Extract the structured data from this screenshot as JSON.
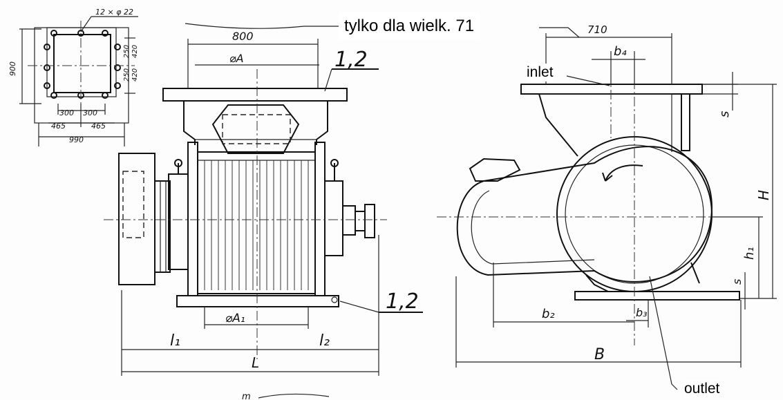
{
  "top_view": {
    "hole_spec": "12 × φ 22",
    "dim_900": "900",
    "dim_250a": "250",
    "dim_250b": "250",
    "dim_420a": "420",
    "dim_420b": "420",
    "dim_300a": "300",
    "dim_300b": "300",
    "dim_465a": "465",
    "dim_465b": "465",
    "dim_990": "990"
  },
  "front_view": {
    "dim_800": "800",
    "dim_A": "⌀A",
    "dim_A1": "⌀A₁",
    "dim_l1": "l₁",
    "dim_l2": "l₂",
    "dim_L": "L",
    "label_12_top": "1,2",
    "label_12_bottom": "1,2"
  },
  "side_view": {
    "dim_710": "710",
    "dim_b4": "b₄",
    "dim_s_top": "s",
    "dim_H": "H",
    "dim_h1": "h₁",
    "dim_s_bottom": "s",
    "dim_b2": "b₂",
    "dim_b3": "b₃",
    "dim_B": "B"
  },
  "annotations": {
    "only_for_size": "tylko dla wielk. 71",
    "inlet": "inlet",
    "outlet": "outlet"
  }
}
